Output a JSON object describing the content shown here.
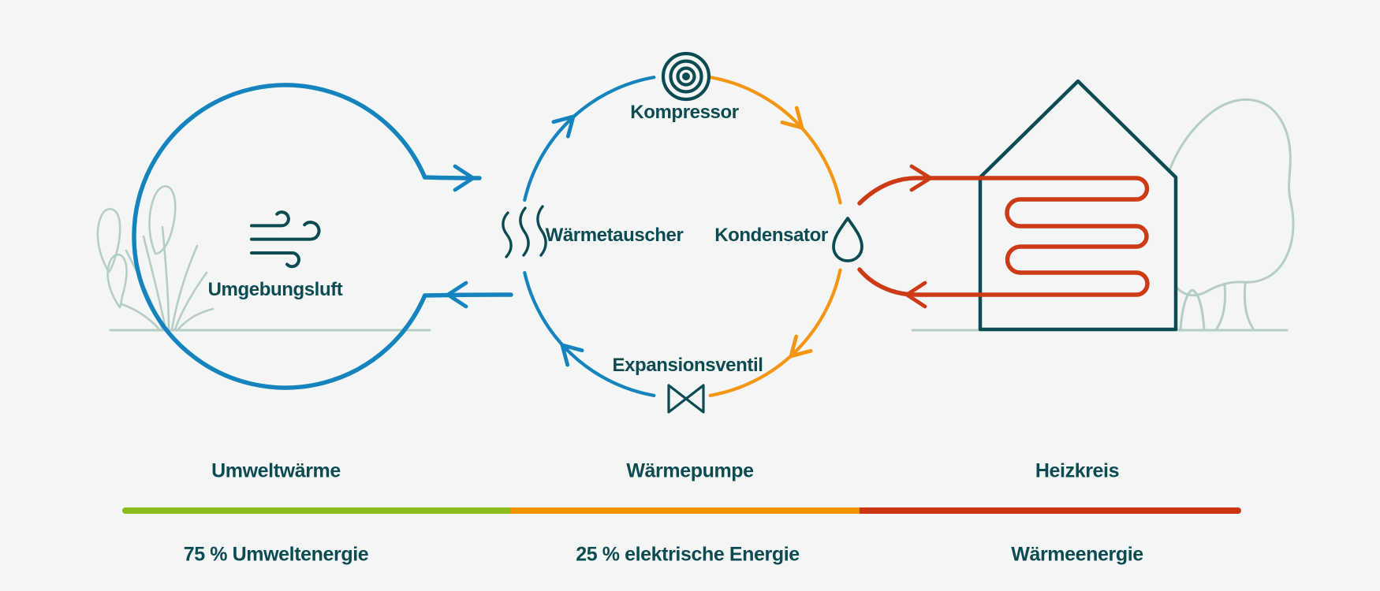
{
  "colors": {
    "background": "#f4f6f5",
    "blue": "#1583bd",
    "orange": "#f49613",
    "red": "#cd3a16",
    "teal": "#0d4b53",
    "sage": "#b5cdc4",
    "green": "#8cba1c"
  },
  "diagram": {
    "source": {
      "label": "Umgebungsluft",
      "icon": "wind-icon"
    },
    "cycle": {
      "top": {
        "label": "Kompressor",
        "icon": "compressor-coil-icon"
      },
      "left": {
        "label": "Wärmetauscher",
        "icon": "heat-waves-icon"
      },
      "right": {
        "label": "Kondensator",
        "icon": "water-drop-icon"
      },
      "bottom": {
        "label": "Expansionsventil",
        "icon": "valve-icon"
      }
    },
    "house": {
      "icon": "heating-coil-icon"
    }
  },
  "legend": {
    "sections": [
      {
        "title": "Umweltwärme",
        "energy": "75 % Umweltenergie",
        "color": "#8cba1c"
      },
      {
        "title": "Wärmepumpe",
        "energy": "25 % elektrische Energie",
        "color": "#f39200"
      },
      {
        "title": "Heizkreis",
        "energy": "Wärmeenergie",
        "color": "#cc3512"
      }
    ]
  }
}
